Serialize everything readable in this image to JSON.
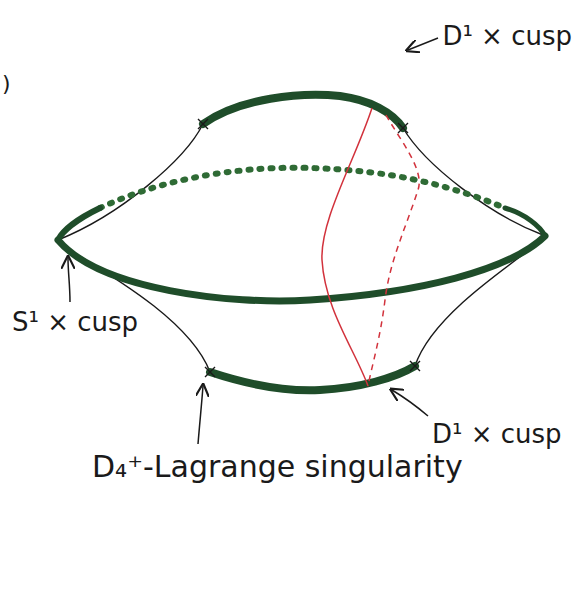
{
  "diagram": {
    "labels": [
      ")",
      "D¹ × cusp",
      "S¹ × cusp",
      "D¹ × cusp",
      "D₄⁺-Lagrange singularity"
    ]
  }
}
